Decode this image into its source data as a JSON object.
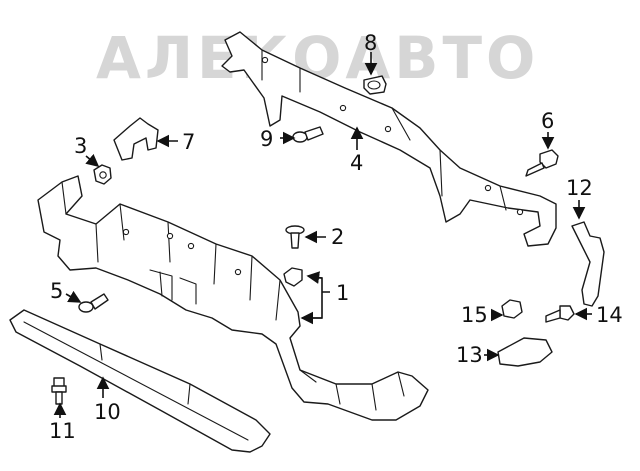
{
  "watermark": "АЛЕКОАВТО",
  "callouts": {
    "c1": "1",
    "c2": "2",
    "c3": "3",
    "c4": "4",
    "c5": "5",
    "c6": "6",
    "c7": "7",
    "c8": "8",
    "c9": "9",
    "c10": "10",
    "c11": "11",
    "c12": "12",
    "c13": "13",
    "c14": "14",
    "c15": "15"
  },
  "colors": {
    "line": "#1a1a1a",
    "watermark": "#d6d6d6",
    "background": "#ffffff"
  }
}
